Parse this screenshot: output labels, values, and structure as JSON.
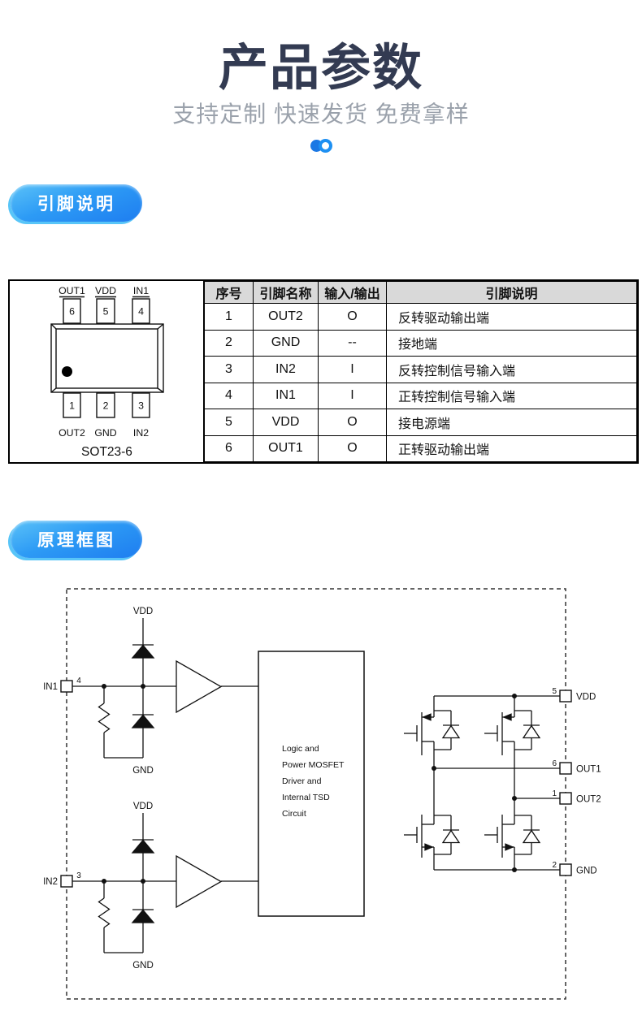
{
  "header": {
    "title": "产品参数",
    "subtitle": "支持定制 快速发货 免费拿样"
  },
  "sections": {
    "pin_section_badge": "引脚说明",
    "diagram_section_badge": "原理框图"
  },
  "package_diagram": {
    "name": "SOT23-6",
    "top_pins": [
      {
        "num": "6",
        "label": "OUT1"
      },
      {
        "num": "5",
        "label": "VDD"
      },
      {
        "num": "4",
        "label": "IN1"
      }
    ],
    "bottom_pins": [
      {
        "num": "1",
        "label": "OUT2"
      },
      {
        "num": "2",
        "label": "GND"
      },
      {
        "num": "3",
        "label": "IN2"
      }
    ]
  },
  "pin_table": {
    "headers": [
      "序号",
      "引脚名称",
      "输入/输出",
      "引脚说明"
    ],
    "rows": [
      {
        "num": "1",
        "name": "OUT2",
        "io": "O",
        "desc": "反转驱动输出端"
      },
      {
        "num": "2",
        "name": "GND",
        "io": "--",
        "desc": "接地端"
      },
      {
        "num": "3",
        "name": "IN2",
        "io": "I",
        "desc": "反转控制信号输入端"
      },
      {
        "num": "4",
        "name": "IN1",
        "io": "I",
        "desc": "正转控制信号输入端"
      },
      {
        "num": "5",
        "name": "VDD",
        "io": "O",
        "desc": "接电源端"
      },
      {
        "num": "6",
        "name": "OUT1",
        "io": "O",
        "desc": "正转驱动输出端"
      }
    ]
  },
  "block_diagram": {
    "in1": {
      "label": "IN1",
      "pin": "4",
      "vdd": "VDD",
      "gnd": "GND"
    },
    "in2": {
      "label": "IN2",
      "pin": "3",
      "vdd": "VDD",
      "gnd": "GND"
    },
    "block_text": [
      "Logic and",
      "Power MOSFET",
      "Driver and",
      "Internal TSD",
      "Circuit"
    ],
    "right_pins": [
      {
        "num": "5",
        "label": "VDD"
      },
      {
        "num": "6",
        "label": "OUT1"
      },
      {
        "num": "1",
        "label": "OUT2"
      },
      {
        "num": "2",
        "label": "GND"
      }
    ]
  },
  "colors": {
    "title": "#333B52",
    "subtitle": "#9AA1AB",
    "accent_blue": "#1E88F0",
    "badge_gradient_start": "#5BC2F8",
    "badge_gradient_end": "#1E7DF0",
    "table_header_bg": "#D9D9D9"
  }
}
